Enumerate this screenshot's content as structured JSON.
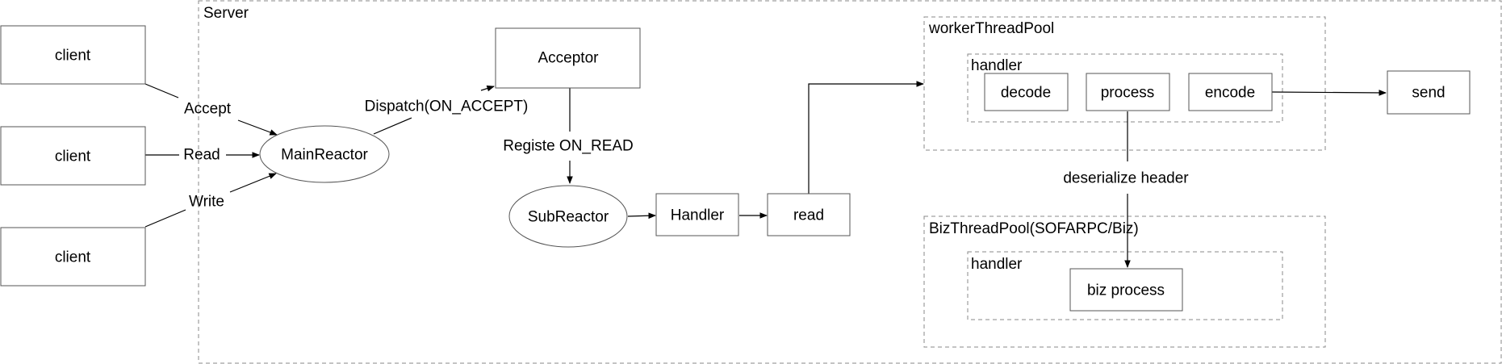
{
  "containers": {
    "server": "Server",
    "worker_pool": "workerThreadPool",
    "worker_handler": "handler",
    "biz_pool": "BizThreadPool(SOFARPC/Biz)",
    "biz_handler": "handler"
  },
  "nodes": {
    "client_1": "client",
    "client_2": "client",
    "client_3": "client",
    "main_reactor": "MainReactor",
    "acceptor": "Acceptor",
    "sub_reactor": "SubReactor",
    "handler": "Handler",
    "read": "read",
    "decode": "decode",
    "process": "process",
    "encode": "encode",
    "send": "send",
    "biz_process": "biz process"
  },
  "edge_labels": {
    "accept": "Accept",
    "read": "Read",
    "write": "Write",
    "dispatch": "Dispatch(ON_ACCEPT)",
    "registe": "Registe ON_READ",
    "deserialize": "deserialize header"
  }
}
